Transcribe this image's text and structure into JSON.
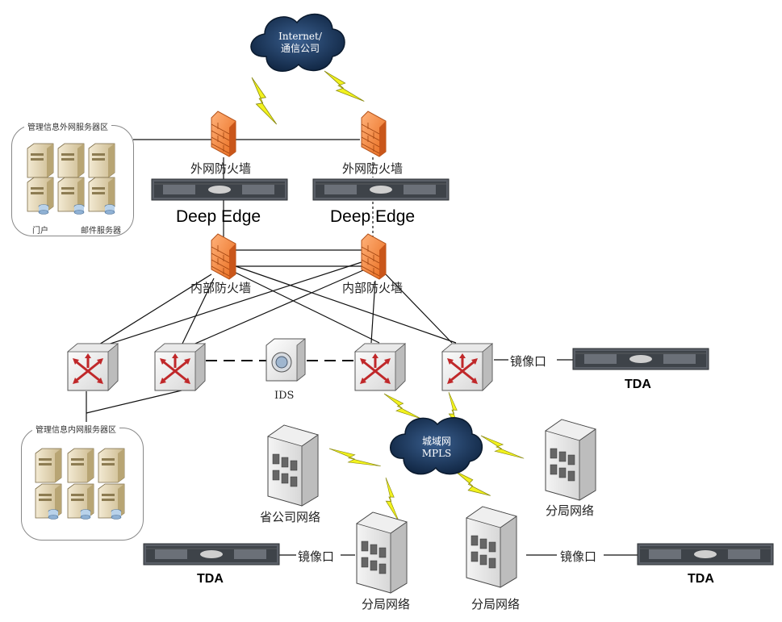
{
  "clouds": {
    "internet": {
      "line1": "Internet/",
      "line2": "通信公司"
    },
    "mpls": {
      "line1": "城域网",
      "line2": "MPLS"
    }
  },
  "zones": {
    "external_servers": {
      "title": "管理信息外网服务器区",
      "portal": "门户",
      "mail": "邮件服务器"
    },
    "internal_servers": {
      "title": "管理信息内网服务器区"
    }
  },
  "firewalls": {
    "external_left": "外网防火墙",
    "external_right": "外网防火墙",
    "internal_left": "内部防火墙",
    "internal_right": "内部防火墙"
  },
  "deep_edge": {
    "left": "Deep Edge",
    "right": "Deep Edge"
  },
  "ids": "IDS",
  "mirror_port": {
    "top": "镜像口",
    "bottom_left": "镜像口",
    "bottom_right": "镜像口"
  },
  "tda": {
    "top": "TDA",
    "bottom_left": "TDA",
    "bottom_right": "TDA"
  },
  "networks": {
    "provincial": "省公司网络",
    "branch_right": "分局网络",
    "branch_bottom_left": "分局网络",
    "branch_bottom_right": "分局网络"
  },
  "colors": {
    "cloud": "#1f3d63",
    "firewall": "#f08a3c",
    "lightning": "#f2f21e",
    "appliance": "#4a4f57",
    "switch_arrow": "#c0282a"
  }
}
